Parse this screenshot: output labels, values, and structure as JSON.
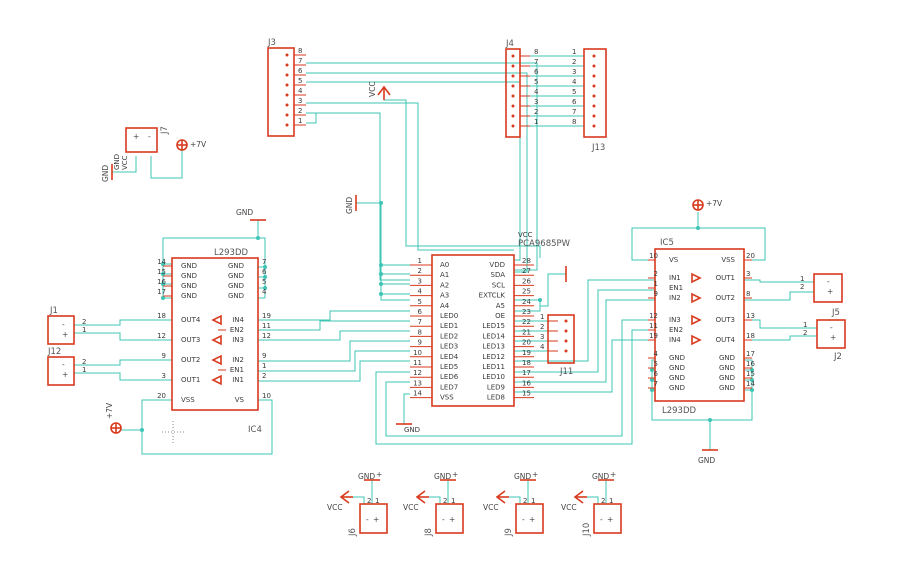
{
  "components": {
    "j3": {
      "ref": "J3",
      "pins": [
        "8",
        "7",
        "6",
        "5",
        "4",
        "3",
        "2",
        "1"
      ]
    },
    "j4": {
      "ref": "J4",
      "pins": [
        "8",
        "7",
        "6",
        "5",
        "4",
        "3",
        "2",
        "1"
      ]
    },
    "j13": {
      "ref": "J13",
      "pins": [
        "1",
        "2",
        "3",
        "4",
        "5",
        "6",
        "7",
        "8"
      ]
    },
    "j7": {
      "ref": "J7",
      "gnd": "GND",
      "vcc": "VCC"
    },
    "pca": {
      "ref": "PCA9685PW",
      "vcc": "VCC",
      "left": [
        [
          "1",
          "A0"
        ],
        [
          "2",
          "A1"
        ],
        [
          "3",
          "A2"
        ],
        [
          "4",
          "A3"
        ],
        [
          "5",
          "A4"
        ],
        [
          "6",
          "LED0"
        ],
        [
          "7",
          "LED1"
        ],
        [
          "8",
          "LED2"
        ],
        [
          "9",
          "LED3"
        ],
        [
          "10",
          "LED4"
        ],
        [
          "11",
          "LED5"
        ],
        [
          "12",
          "LED6"
        ],
        [
          "13",
          "LED7"
        ],
        [
          "14",
          "VSS"
        ]
      ],
      "right": [
        [
          "28",
          "VDD"
        ],
        [
          "27",
          "SDA"
        ],
        [
          "26",
          "SCL"
        ],
        [
          "25",
          "EXTCLK"
        ],
        [
          "24",
          "A5"
        ],
        [
          "23",
          "OE"
        ],
        [
          "22",
          "LED15"
        ],
        [
          "21",
          "LED14"
        ],
        [
          "20",
          "LED13"
        ],
        [
          "19",
          "LED12"
        ],
        [
          "18",
          "LED11"
        ],
        [
          "17",
          "LED10"
        ],
        [
          "16",
          "LED9"
        ],
        [
          "15",
          "LED8"
        ]
      ]
    },
    "j11": {
      "ref": "J11",
      "pins": [
        "1",
        "2",
        "3",
        "4"
      ]
    },
    "l293_left": {
      "ref": "L293DD",
      "ic": "IC4",
      "gnd_left": [
        [
          "14",
          "GND"
        ],
        [
          "15",
          "GND"
        ],
        [
          "16",
          "GND"
        ],
        [
          "17",
          "GND"
        ]
      ],
      "gnd_right": [
        [
          "GND",
          "7"
        ],
        [
          "GND",
          "6"
        ],
        [
          "GND",
          "5"
        ],
        [
          "GND",
          "4"
        ]
      ],
      "left": [
        [
          "18",
          "OUT4"
        ],
        [
          "12",
          "OUT3"
        ],
        [
          "9",
          "OUT2"
        ],
        [
          "3",
          "OUT1"
        ],
        [
          "20",
          "VSS"
        ]
      ],
      "right": [
        [
          "IN4",
          "19"
        ],
        [
          "EN2",
          "11"
        ],
        [
          "IN3",
          "12"
        ],
        [
          "IN2",
          "9"
        ],
        [
          "EN1",
          "1"
        ],
        [
          "IN1",
          "2"
        ],
        [
          "VS",
          "10"
        ]
      ]
    },
    "l293_right": {
      "ref": "L293DD",
      "ic": "IC5",
      "left": [
        [
          "10",
          "VS"
        ],
        [
          "2",
          "IN1"
        ],
        [
          "1",
          "EN1"
        ],
        [
          "9",
          "IN2"
        ],
        [
          "12",
          "IN3"
        ],
        [
          "11",
          "EN2"
        ],
        [
          "19",
          "IN4"
        ],
        [
          "4",
          "GND"
        ],
        [
          "5",
          "GND"
        ],
        [
          "6",
          "GND"
        ],
        [
          "7",
          "GND"
        ]
      ],
      "right": [
        [
          "20",
          "VSS"
        ],
        [
          "3",
          "OUT1"
        ],
        [
          "8",
          "OUT2"
        ],
        [
          "13",
          "OUT3"
        ],
        [
          "18",
          "OUT4"
        ],
        [
          "17",
          "GND"
        ],
        [
          "16",
          "GND"
        ],
        [
          "15",
          "GND"
        ],
        [
          "14",
          "GND"
        ]
      ]
    },
    "j1": {
      "ref": "J1",
      "pins": [
        "2",
        "1"
      ]
    },
    "j12": {
      "ref": "J12",
      "pins": [
        "2",
        "1"
      ]
    },
    "j5": {
      "ref": "J5",
      "pins": [
        "1",
        "2"
      ]
    },
    "j2": {
      "ref": "J2",
      "pins": [
        "1",
        "2"
      ]
    },
    "bottom": [
      {
        "ref": "J6",
        "gnd": "GND",
        "vcc": "VCC"
      },
      {
        "ref": "J8",
        "gnd": "GND",
        "vcc": "VCC"
      },
      {
        "ref": "J9",
        "gnd": "GND",
        "vcc": "VCC"
      },
      {
        "ref": "J10",
        "gnd": "GND",
        "vcc": "VCC"
      }
    ]
  },
  "supplies": {
    "vcc": "VCC",
    "gnd": "GND",
    "v7": "+7V",
    "plus": "+",
    "minus": "-"
  },
  "colors": {
    "wire": "#3cc4b4",
    "body": "#d83a1e",
    "text": "#3a3a3a"
  }
}
